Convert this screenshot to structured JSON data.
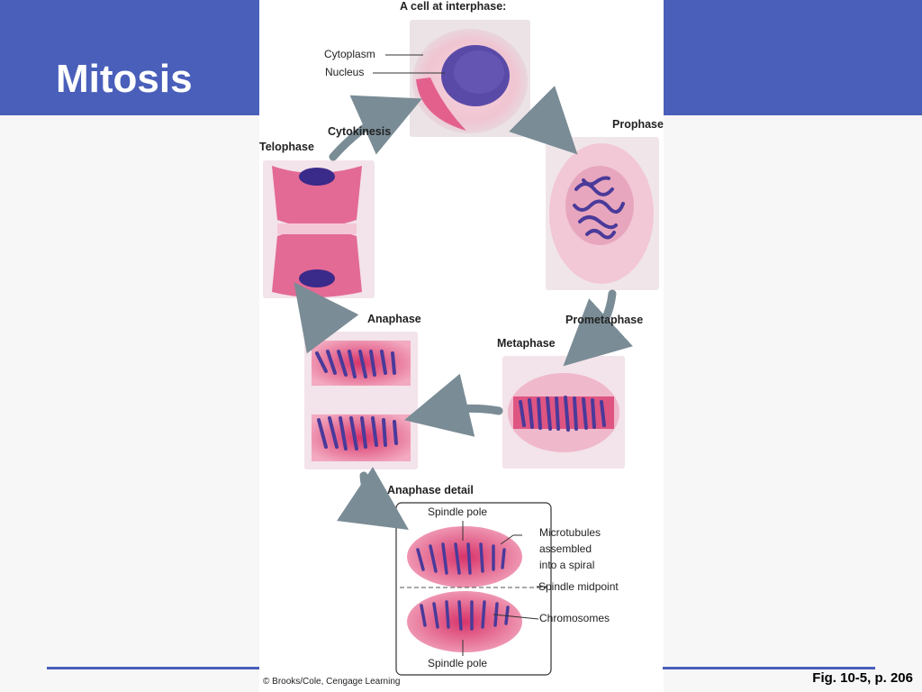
{
  "slide": {
    "title": "Mitosis",
    "figure_reference": "Fig. 10-5, p. 206",
    "copyright": "© Brooks/Cole, Cengage Learning"
  },
  "figure": {
    "stages": {
      "interphase": "A cell at interphase:",
      "prophase": "Prophase",
      "prometaphase": "Prometaphase",
      "metaphase": "Metaphase",
      "anaphase": "Anaphase",
      "telophase": "Telophase",
      "cytokinesis": "Cytokinesis",
      "anaphase_detail": "Anaphase detail"
    },
    "interphase_callouts": {
      "cytoplasm": "Cytoplasm",
      "nucleus": "Nucleus"
    },
    "detail_callouts": {
      "spindle_pole_top": "Spindle pole",
      "spindle_pole_bottom": "Spindle pole",
      "microtubules_line1": "Microtubules",
      "microtubules_line2": "assembled",
      "microtubules_line3": "into a spiral",
      "spindle_midpoint": "Spindle midpoint",
      "chromosomes": "Chromosomes"
    }
  },
  "colors": {
    "header_blue": "#4a5fba",
    "cell_pink": "#e0457a",
    "chromosome_purple": "#4a3a9a",
    "arrow_gray": "#7a8c96"
  }
}
